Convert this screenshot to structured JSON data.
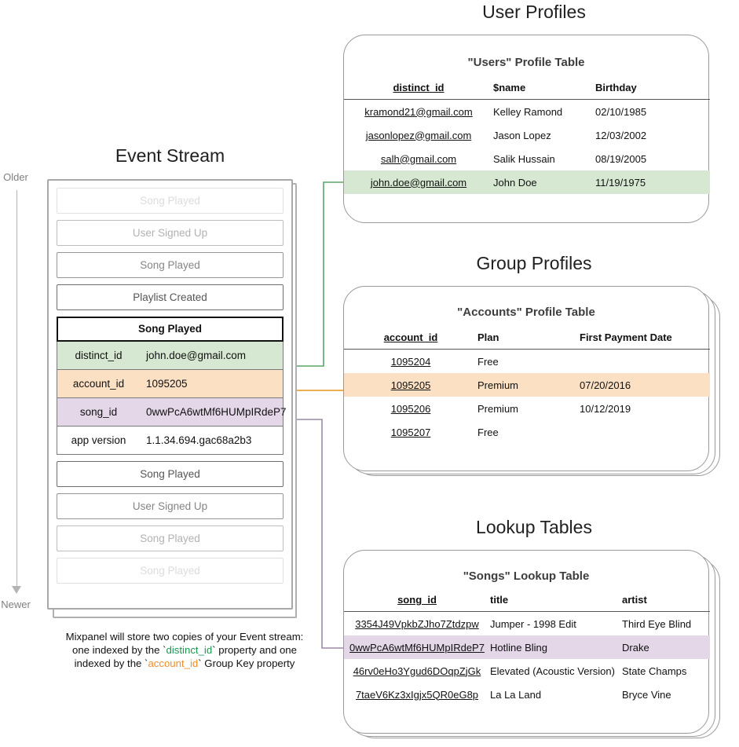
{
  "timeline": {
    "older_label": "Older",
    "newer_label": "Newer"
  },
  "event_stream": {
    "title": "Event Stream",
    "events_before": [
      {
        "label": "Song Played",
        "fade": "f-20"
      },
      {
        "label": "User Signed Up",
        "fade": "f-45"
      },
      {
        "label": "Song Played",
        "fade": "f-70"
      },
      {
        "label": "Playlist Created",
        "fade": "f-100"
      }
    ],
    "expanded_event": {
      "name": "Song Played",
      "properties": [
        {
          "key": "distinct_id",
          "value": "john.doe@gmail.com",
          "highlight": "green"
        },
        {
          "key": "account_id",
          "value": "1095205",
          "highlight": "orange"
        },
        {
          "key": "song_id",
          "value": "0wwPcA6wtMf6HUMpIRdeP7",
          "highlight": "purple"
        },
        {
          "key": "app version",
          "value": "1.1.34.694.gac68a2b3",
          "highlight": "none"
        }
      ]
    },
    "events_after": [
      {
        "label": "Song Played",
        "fade": "f-100"
      },
      {
        "label": "User Signed Up",
        "fade": "f-70"
      },
      {
        "label": "Song Played",
        "fade": "f-45"
      },
      {
        "label": "Song Played",
        "fade": "f-20"
      }
    ],
    "caption": {
      "line1": "Mixpanel will store two copies of your Event stream:",
      "line2_pre": "one indexed by the `",
      "line2_token": "distinct_id",
      "line2_post": "` property and one",
      "line3_pre": "indexed by the `",
      "line3_token": "account_id",
      "line3_post": "` Group Key property"
    }
  },
  "user_profiles": {
    "section_title": "User Profiles",
    "table_title": "\"Users\" Profile Table",
    "columns": [
      "distinct_id",
      "$name",
      "Birthday"
    ],
    "rows": [
      {
        "distinct_id": "kramond21@gmail.com",
        "name": "Kelley Ramond",
        "birthday": "02/10/1985",
        "highlight": "none"
      },
      {
        "distinct_id": "jasonlopez@gmail.com",
        "name": "Jason Lopez",
        "birthday": "12/03/2002",
        "highlight": "none"
      },
      {
        "distinct_id": "salh@gmail.com",
        "name": "Salik Hussain",
        "birthday": "08/19/2005",
        "highlight": "none"
      },
      {
        "distinct_id": "john.doe@gmail.com",
        "name": "John Doe",
        "birthday": "11/19/1975",
        "highlight": "green"
      }
    ]
  },
  "group_profiles": {
    "section_title": "Group Profiles",
    "table_title": "\"Accounts\" Profile Table",
    "columns": [
      "account_id",
      "Plan",
      "First Payment Date"
    ],
    "rows": [
      {
        "account_id": "1095204",
        "plan": "Free",
        "first_payment_date": "",
        "highlight": "none"
      },
      {
        "account_id": "1095205",
        "plan": "Premium",
        "first_payment_date": "07/20/2016",
        "highlight": "orange"
      },
      {
        "account_id": "1095206",
        "plan": "Premium",
        "first_payment_date": "10/12/2019",
        "highlight": "none"
      },
      {
        "account_id": "1095207",
        "plan": "Free",
        "first_payment_date": "",
        "highlight": "none"
      }
    ]
  },
  "lookup_tables": {
    "section_title": "Lookup Tables",
    "table_title": "\"Songs\" Lookup Table",
    "columns": [
      "song_id",
      "title",
      "artist"
    ],
    "rows": [
      {
        "song_id": "3354J49VpkbZJho7Ztdzpw",
        "title": "Jumper - 1998 Edit",
        "artist": "Third Eye Blind",
        "highlight": "none"
      },
      {
        "song_id": "0wwPcA6wtMf6HUMpIRdeP7",
        "title": "Hotline Bling",
        "artist": "Drake",
        "highlight": "purple"
      },
      {
        "song_id": "46rv0eHo3Ygud6DOqpZjGk",
        "title": "Elevated (Acoustic Version)",
        "artist": "State Champs",
        "highlight": "none"
      },
      {
        "song_id": "7taeV6Kz3xIgjx5QR0eG8p",
        "title": "La La Land",
        "artist": "Bryce Vine",
        "highlight": "none"
      }
    ]
  },
  "colors": {
    "green_highlight": "#d7e8d2",
    "orange_highlight": "#fce0c4",
    "purple_highlight": "#e3d7e8",
    "green_arrow": "#5aa469",
    "orange_arrow": "#e8a33d",
    "purple_arrow": "#9b8aa6",
    "panel_border": "#9a9a9a"
  }
}
